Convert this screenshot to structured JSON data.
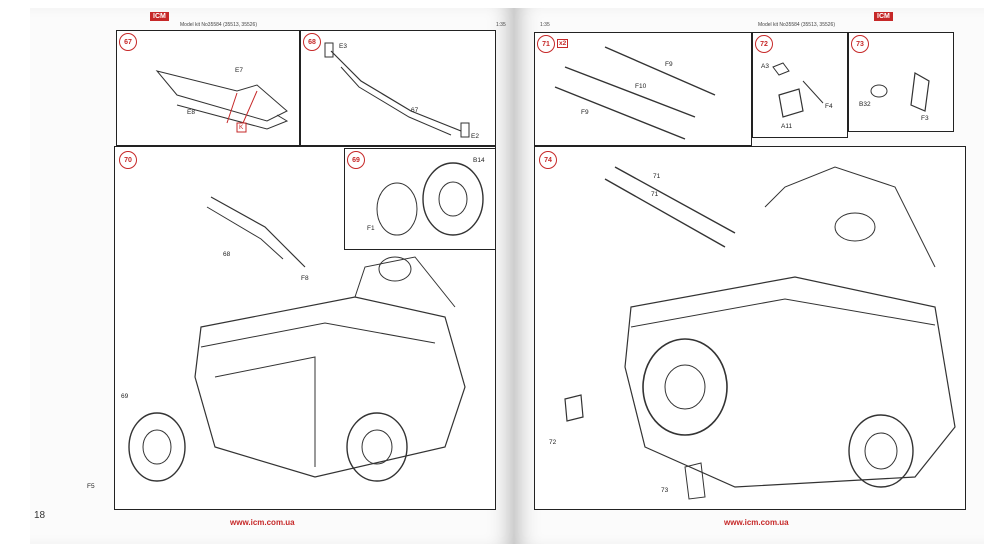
{
  "left_page": {
    "header_logo": "ICM",
    "header_model": "Model kit No35584 (35513, 35526)",
    "scale": "1:35",
    "page_number": "18",
    "url": "www.icm.com.ua",
    "steps": [
      {
        "num": "67",
        "labels": [
          "E7",
          "E8",
          "K"
        ]
      },
      {
        "num": "68",
        "labels": [
          "E3",
          "E2",
          "67"
        ]
      },
      {
        "num": "70",
        "labels": [
          "68",
          "F8",
          "69",
          "F5"
        ]
      },
      {
        "num": "69",
        "labels": [
          "B14",
          "F1"
        ]
      }
    ]
  },
  "right_page": {
    "header_logo": "ICM",
    "header_model": "Model kit No35584 (35513, 35526)",
    "scale": "1:35",
    "url": "www.icm.com.ua",
    "steps": [
      {
        "num": "71",
        "multiplier": "x2",
        "labels": [
          "F9",
          "F10",
          "F9"
        ]
      },
      {
        "num": "72",
        "labels": [
          "A3",
          "F4",
          "A11"
        ]
      },
      {
        "num": "73",
        "labels": [
          "B32",
          "F3"
        ]
      },
      {
        "num": "74",
        "labels": [
          "71",
          "71",
          "72",
          "73"
        ]
      }
    ]
  },
  "colors": {
    "accent": "#c62828",
    "ink": "#222222",
    "paper": "#fbfbfb"
  }
}
